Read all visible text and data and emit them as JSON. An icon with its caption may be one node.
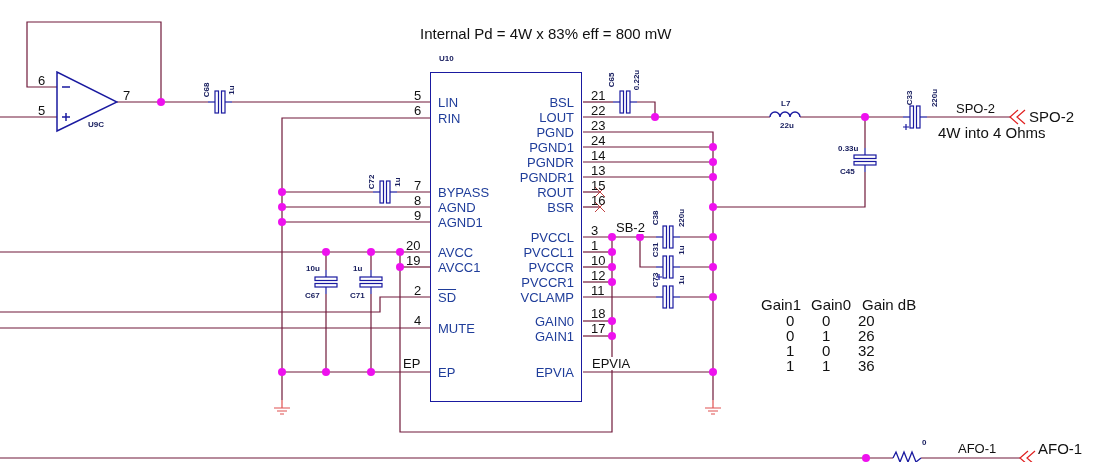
{
  "diagram": {
    "nodes": [
      {
        "text": [],
        "shape": "triangle",
        "beside": [
          "U9C"
        ]
      },
      {
        "text": [
          "LIN",
          "RIN",
          "BYPASS",
          "AGND",
          "AGND1",
          "AVCC",
          "AVCC1",
          "SD",
          "MUTE",
          "EP",
          "BSL",
          "LOUT",
          "PGND",
          "PGND1",
          "PGNDR",
          "PGNDR1",
          "ROUT",
          "BSR",
          "PVCCL",
          "PVCCL1",
          "PVCCR",
          "PVCCR1",
          "VCLAMP",
          "GAIN0",
          "GAIN1",
          "EPVIA"
        ],
        "beside": [
          "U10"
        ]
      }
    ],
    "labels": [
      "Internal Pd = 4W x 83% eff = 800 mW",
      "6",
      "5",
      "7",
      "C68",
      "1u",
      "5",
      "6",
      "C72",
      "1u",
      "7",
      "8",
      "9",
      "20",
      "19",
      "10u",
      "1u",
      "C67",
      "C71",
      "2",
      "4",
      "EP",
      "21",
      "22",
      "23",
      "24",
      "14",
      "13",
      "15",
      "16",
      "3",
      "1",
      "10",
      "12",
      "11",
      "18",
      "17",
      "C65",
      "0.22u",
      "SB-2",
      "C38",
      "220u",
      "C31",
      "1u",
      "C73",
      "1u",
      "EPVIA",
      "L7",
      "22u",
      "0.33u",
      "C45",
      "C33",
      "220u",
      "SPO-2",
      "SPO-2",
      "4W into 4 Ohms",
      "Gain1",
      "Gain0",
      "Gain dB",
      "0",
      "0",
      "20",
      "0",
      "1",
      "26",
      "1",
      "0",
      "32",
      "1",
      "1",
      "36",
      "0",
      "AFO-1",
      "AFO-1"
    ]
  }
}
